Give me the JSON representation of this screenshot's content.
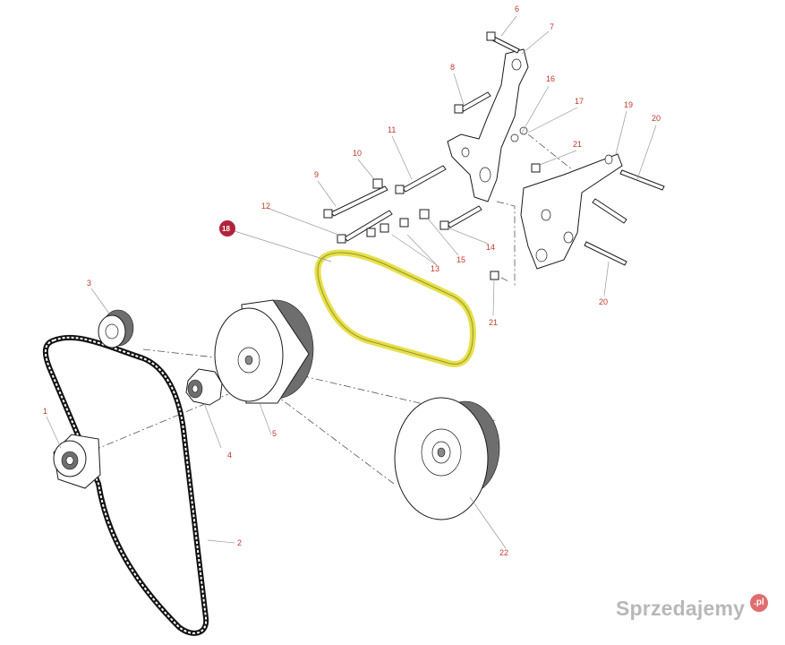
{
  "diagram": {
    "highlighted_part": "18",
    "parts": [
      {
        "id": "p1",
        "label": "1"
      },
      {
        "id": "p2",
        "label": "2"
      },
      {
        "id": "p3",
        "label": "3"
      },
      {
        "id": "p4",
        "label": "4"
      },
      {
        "id": "p5",
        "label": "5"
      },
      {
        "id": "p6",
        "label": "6"
      },
      {
        "id": "p7",
        "label": "7"
      },
      {
        "id": "p8",
        "label": "8"
      },
      {
        "id": "p9",
        "label": "9"
      },
      {
        "id": "p10",
        "label": "10"
      },
      {
        "id": "p11",
        "label": "11"
      },
      {
        "id": "p12",
        "label": "12"
      },
      {
        "id": "p13",
        "label": "13"
      },
      {
        "id": "p14",
        "label": "14"
      },
      {
        "id": "p15",
        "label": "15"
      },
      {
        "id": "p16",
        "label": "16"
      },
      {
        "id": "p17",
        "label": "17"
      },
      {
        "id": "p18",
        "label": "18"
      },
      {
        "id": "p19",
        "label": "19"
      },
      {
        "id": "p20a",
        "label": "20"
      },
      {
        "id": "p20b",
        "label": "20"
      },
      {
        "id": "p21a",
        "label": "21"
      },
      {
        "id": "p21b",
        "label": "21"
      },
      {
        "id": "p22",
        "label": "22"
      }
    ],
    "colors": {
      "label_red": "#c0392b",
      "highlight_badge": "#b0243a",
      "belt_highlight": "#e6e04a"
    }
  },
  "watermark": {
    "text": "Sprzedajemy",
    "badge": ".pl"
  }
}
